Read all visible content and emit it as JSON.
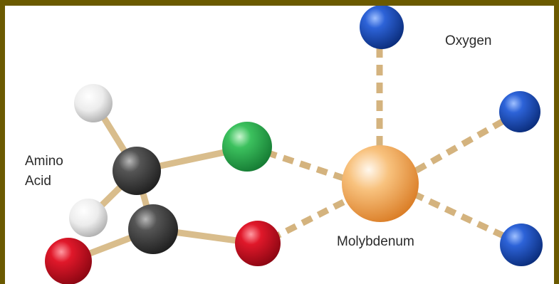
{
  "labels": {
    "oxygen": "Oxygen",
    "molybdenum": "Molybdenum",
    "amino_line1": "Amino",
    "amino_line2": "Acid"
  },
  "colors": {
    "frame": "#6b5a00",
    "molybdenum": "#f2a55a",
    "oxygen": "#1646b0",
    "donor": "#2fb04f",
    "oxygen_red": "#d01222",
    "carbon": "#3e3e3e",
    "hydrogen": "#e6e6e6",
    "bond": "#d9bd8c"
  }
}
